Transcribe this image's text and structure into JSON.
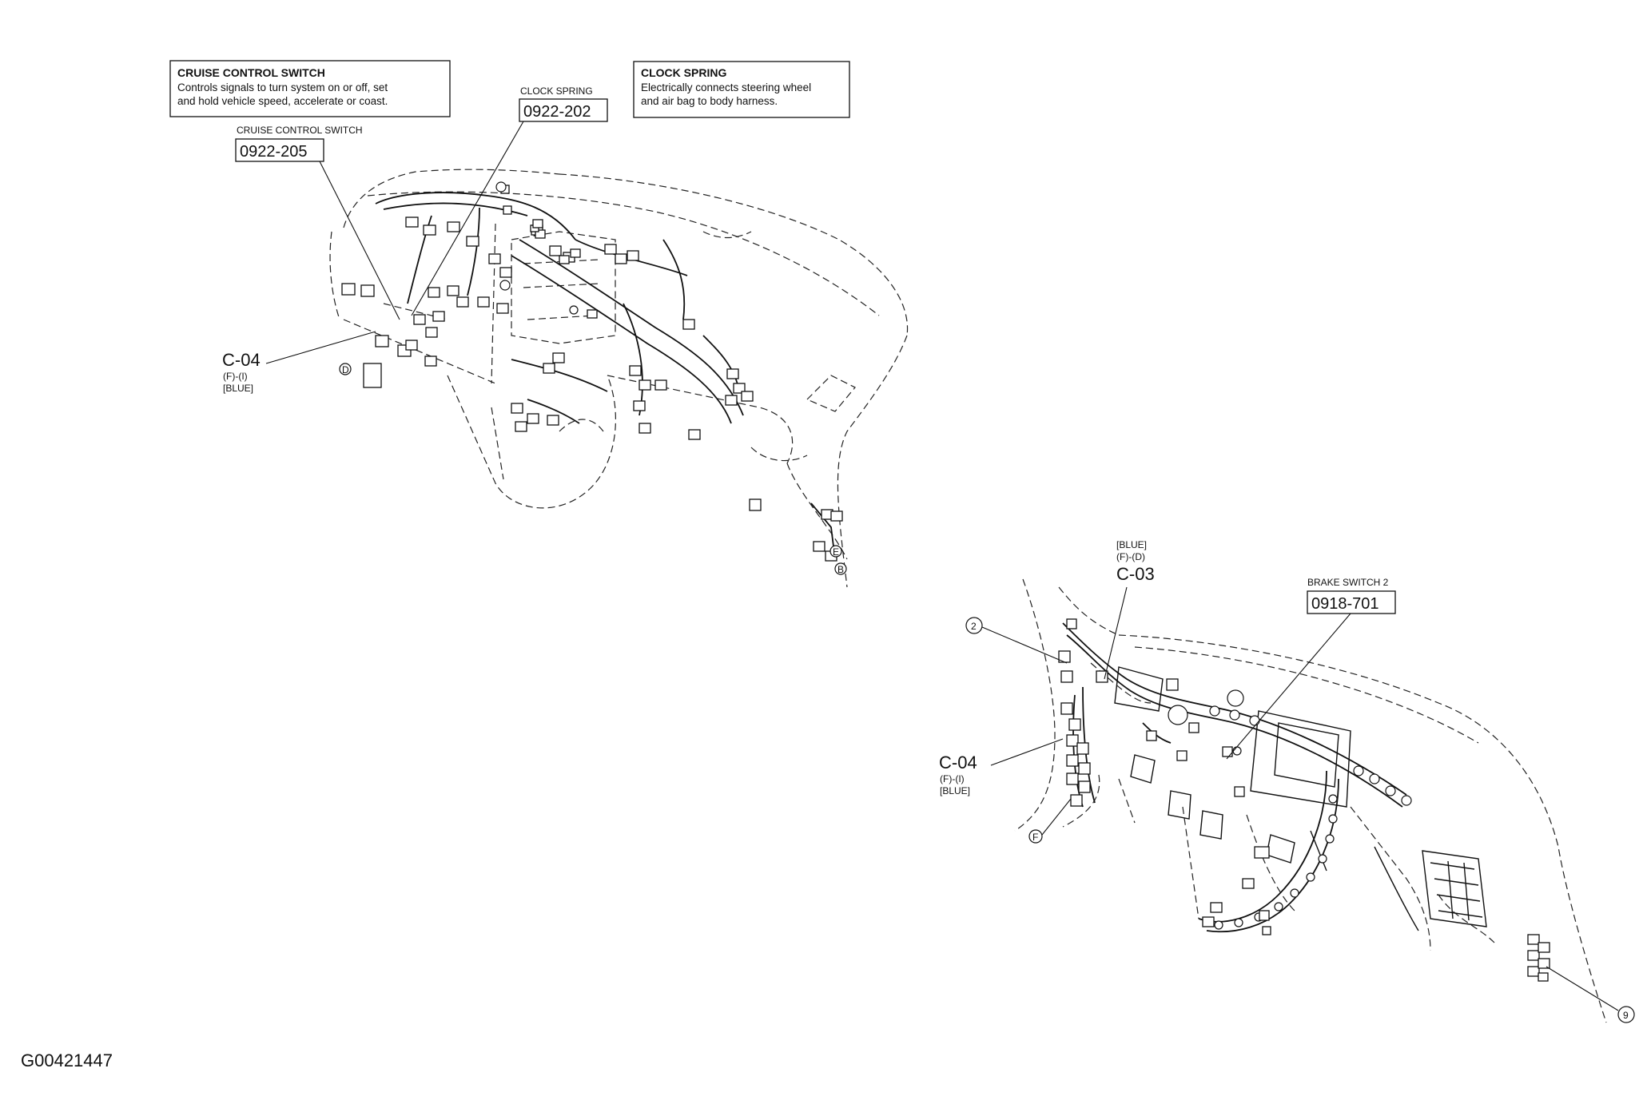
{
  "callouts": {
    "cruise": {
      "title": "CRUISE CONTROL SWITCH",
      "line1": "Controls signals to turn system on or off, set",
      "line2": "and hold vehicle speed, accelerate or coast."
    },
    "clock": {
      "title": "CLOCK SPRING",
      "line1": "Electrically connects steering wheel",
      "line2": "and air bag to body harness."
    }
  },
  "components": {
    "cruise_switch": {
      "name": "CRUISE CONTROL SWITCH",
      "code": "0922-205"
    },
    "clock_spring": {
      "name": "CLOCK SPRING",
      "code": "0922-202"
    },
    "brake_switch": {
      "name": "BRAKE SWITCH 2",
      "code": "0918-701"
    }
  },
  "connectors": {
    "c04_left": {
      "id": "C-04",
      "pos": "(F)-(I)",
      "color": "[BLUE]"
    },
    "c04_right": {
      "id": "C-04",
      "pos": "(F)-(I)",
      "color": "[BLUE]"
    },
    "c03": {
      "id": "C-03",
      "pos": "(F)-(D)",
      "color": "[BLUE]"
    }
  },
  "markers": {
    "d": "D",
    "e": "E",
    "b": "B",
    "f": "F",
    "two": "2",
    "nine": "9"
  },
  "figure_id": "G00421447"
}
